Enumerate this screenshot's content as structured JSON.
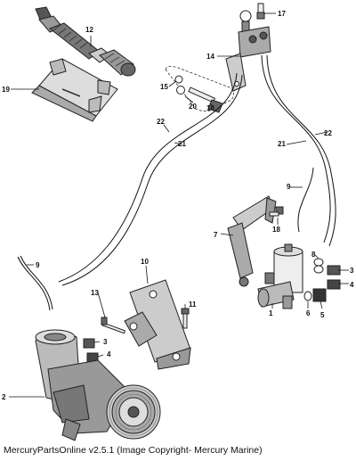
{
  "diagram": {
    "callouts": [
      {
        "id": "c12",
        "label": "12"
      },
      {
        "id": "c19",
        "label": "19"
      },
      {
        "id": "c17",
        "label": "17"
      },
      {
        "id": "c14",
        "label": "14"
      },
      {
        "id": "c15",
        "label": "15"
      },
      {
        "id": "c20",
        "label": "20"
      },
      {
        "id": "c16",
        "label": "16"
      },
      {
        "id": "c22a",
        "label": "22"
      },
      {
        "id": "c21a",
        "label": "21"
      },
      {
        "id": "c21b",
        "label": "21"
      },
      {
        "id": "c22b",
        "label": "22"
      },
      {
        "id": "c9a",
        "label": "9"
      },
      {
        "id": "c7",
        "label": "7"
      },
      {
        "id": "c18",
        "label": "18"
      },
      {
        "id": "c8",
        "label": "8"
      },
      {
        "id": "c3a",
        "label": "3"
      },
      {
        "id": "c4a",
        "label": "4"
      },
      {
        "id": "c6",
        "label": "6"
      },
      {
        "id": "c5",
        "label": "5"
      },
      {
        "id": "c1",
        "label": "1"
      },
      {
        "id": "c9b",
        "label": "9"
      },
      {
        "id": "c10",
        "label": "10"
      },
      {
        "id": "c13",
        "label": "13"
      },
      {
        "id": "c11",
        "label": "11"
      },
      {
        "id": "c3b",
        "label": "3"
      },
      {
        "id": "c4b",
        "label": "4"
      },
      {
        "id": "c2",
        "label": "2"
      }
    ]
  },
  "caption": "MercuryPartsOnline v2.5.1 (Image Copyright- Mercury Marine)"
}
